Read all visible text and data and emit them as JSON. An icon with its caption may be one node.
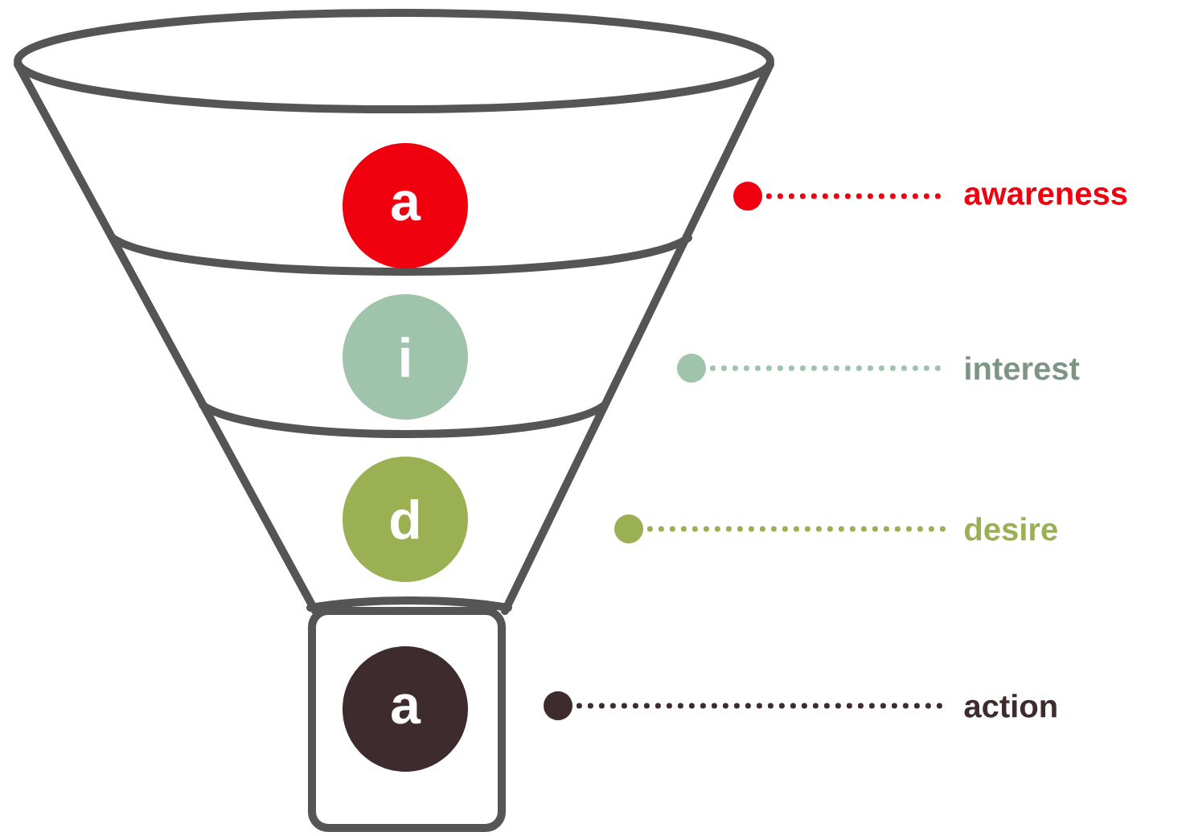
{
  "diagram": {
    "nodes": [
      {
        "text": [
          "a"
        ]
      },
      {
        "text": [],
        "shape": "circle"
      },
      {
        "text": [
          "awareness"
        ]
      },
      {
        "text": [
          "i"
        ]
      },
      {
        "text": [],
        "shape": "circle"
      },
      {
        "text": [
          "interest"
        ]
      },
      {
        "text": [
          "d"
        ]
      },
      {
        "text": [],
        "shape": "circle"
      },
      {
        "text": [
          "desire"
        ]
      },
      {
        "text": [
          "a"
        ]
      },
      {
        "text": [],
        "shape": "circle"
      },
      {
        "text": [
          "action"
        ]
      }
    ],
    "edges": [
      {
        "from": 1,
        "to": 2,
        "arrow": "none",
        "style": "dashed",
        "color": "#f0000f"
      },
      {
        "from": 4,
        "to": 5,
        "arrow": "none",
        "style": "dashed",
        "color": "#9fc4ab"
      },
      {
        "from": 7,
        "to": 8,
        "arrow": "none",
        "style": "dashed",
        "color": "#9bb052"
      },
      {
        "from": 10,
        "to": 11,
        "arrow": "none",
        "style": "dashed",
        "color": "#3d2b2e"
      }
    ]
  }
}
